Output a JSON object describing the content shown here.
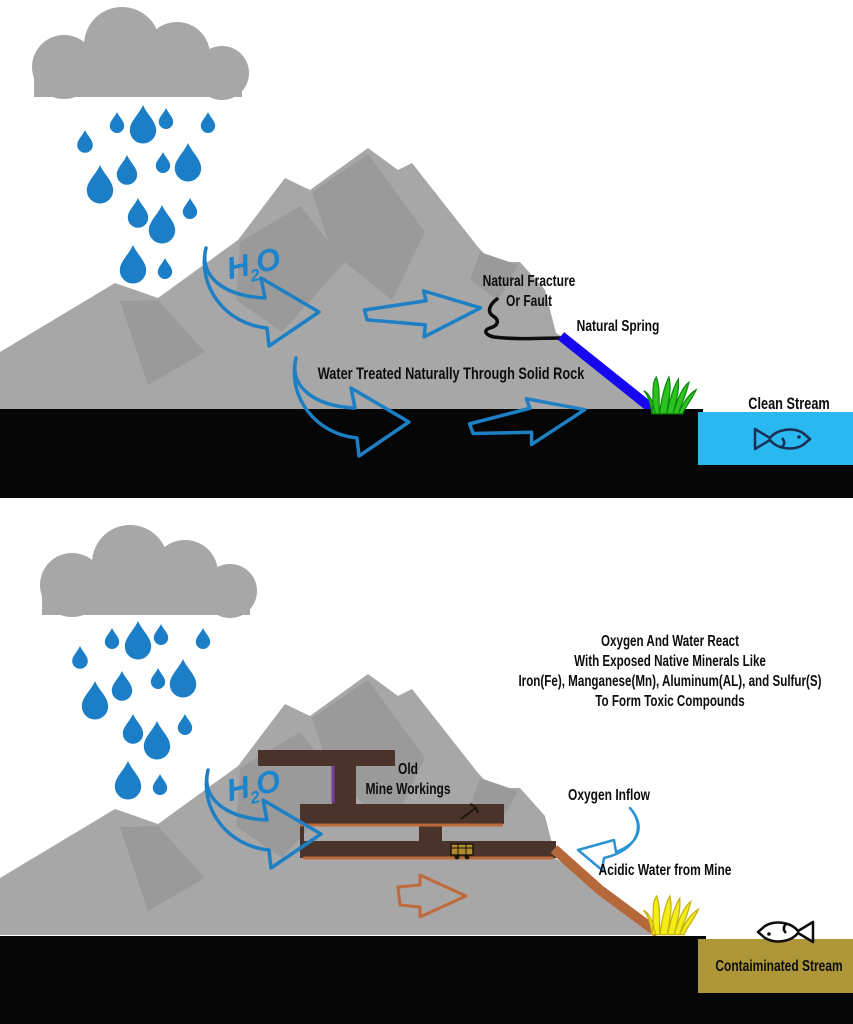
{
  "colors": {
    "cloud_gray": "#a8a7a7",
    "mountain_gray": "#a8a7a7",
    "mountain_shadow": "#9b9a9a",
    "rain_blue": "#1b7ec7",
    "arrow_blue": "#1d7fc4",
    "h2o_blue": "#1b84cc",
    "spring_blue": "#1707f0",
    "clean_stream_cyan": "#29b9f0",
    "fish_outline_navy": "#1b2f55",
    "grass_green": "#2cc31f",
    "grass_green_outline": "#0e8a0e",
    "mine_brown": "#49332b",
    "acid_orange": "#bf6a3b",
    "slope_orange": "#b5693a",
    "contaminated_olive": "#ae9739",
    "grass_yellow": "#f2ee16",
    "grass_yellow_outline": "#c9b213",
    "ground_black": "#060606",
    "oxygen_arrow_blue": "#2a93d4",
    "seep_blue": "#2b51d8",
    "seep_purple": "#7a3f9e"
  },
  "top_panel": {
    "h2o": {
      "formula_h": "H",
      "formula_sub": "2",
      "formula_o": "O"
    },
    "labels": {
      "natural_fracture_line1": "Natural Fracture",
      "natural_fracture_line2": "Or Fault",
      "natural_spring": "Natural Spring",
      "water_treated": "Water Treated Naturally Through Solid Rock",
      "clean_stream": "Clean Stream"
    }
  },
  "bottom_panel": {
    "h2o": {
      "formula_h": "H",
      "formula_sub": "2",
      "formula_o": "O"
    },
    "reaction": {
      "lines": [
        "Oxygen And Water React",
        "With Exposed Native Minerals Like",
        "Iron(Fe), Manganese(Mn), Aluminum(AL), and Sulfur(S)",
        "To Form Toxic Compounds"
      ]
    },
    "labels": {
      "old_mine_line1": "Old",
      "old_mine_line2": "Mine Workings",
      "oxygen_inflow": "Oxygen Inflow",
      "acidic_water": "Acidic Water from Mine",
      "contaminated_stream": "Contaiminated Stream"
    }
  }
}
